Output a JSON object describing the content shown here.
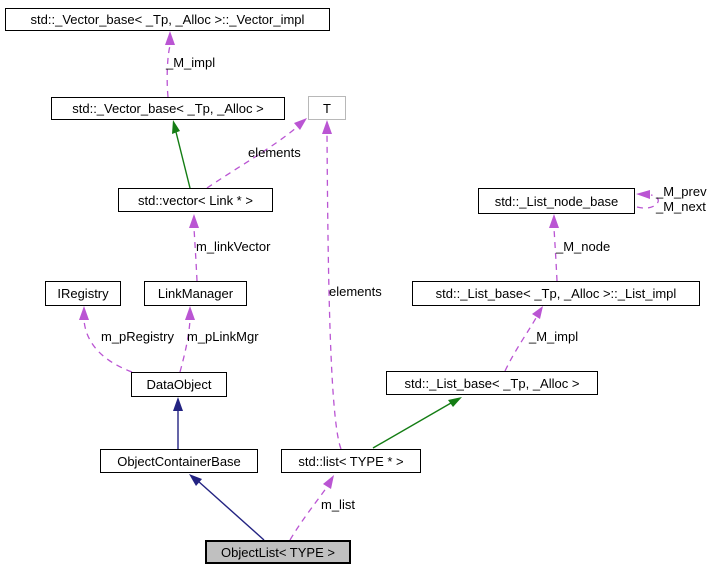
{
  "diagram": {
    "type": "doxygen-collaboration-graph",
    "focus_node": "ObjectList< TYPE >"
  },
  "colors": {
    "usage_edge": "#ba55d3",
    "protected_inheritance_edge": "#147d14",
    "public_inheritance_edge": "#232382",
    "node_border": "#000000",
    "undocumented_node_border": "#b8b8b8",
    "node_fill": "#ffffff",
    "focus_node_fill": "#c0c0c0"
  },
  "nodes": [
    {
      "id": "vector-impl",
      "label": "std::_Vector_base< _Tp, _Alloc >::_Vector_impl"
    },
    {
      "id": "vector-base",
      "label": "std::_Vector_base< _Tp, _Alloc >"
    },
    {
      "id": "t",
      "label": "T"
    },
    {
      "id": "vector-link",
      "label": "std::vector< Link * >"
    },
    {
      "id": "iregistry",
      "label": "IRegistry"
    },
    {
      "id": "linkmanager",
      "label": "LinkManager"
    },
    {
      "id": "dataobject",
      "label": "DataObject"
    },
    {
      "id": "objectcontainerbase",
      "label": "ObjectContainerBase"
    },
    {
      "id": "stdlist",
      "label": "std::list< TYPE * >"
    },
    {
      "id": "listnodebase",
      "label": "std::_List_node_base"
    },
    {
      "id": "listimpl",
      "label": "std::_List_base< _Tp, _Alloc >::_List_impl"
    },
    {
      "id": "listbase",
      "label": "std::_List_base< _Tp, _Alloc >"
    },
    {
      "id": "objectlist",
      "label": "ObjectList< TYPE >"
    }
  ],
  "edge_labels": [
    {
      "id": "m-impl-vector",
      "text": "_M_impl"
    },
    {
      "id": "elements-vector",
      "text": "elements"
    },
    {
      "id": "m-linkvector",
      "text": "m_linkVector"
    },
    {
      "id": "m-pregistry",
      "text": "m_pRegistry"
    },
    {
      "id": "m-plinkmgr",
      "text": "m_pLinkMgr"
    },
    {
      "id": "elements-list",
      "text": "elements"
    },
    {
      "id": "m-list",
      "text": "m_list"
    },
    {
      "id": "m-impl-list",
      "text": "_M_impl"
    },
    {
      "id": "m-node",
      "text": "_M_node"
    },
    {
      "id": "m-prev",
      "text": "_M_prev"
    },
    {
      "id": "m-next",
      "text": "_M_next"
    }
  ]
}
